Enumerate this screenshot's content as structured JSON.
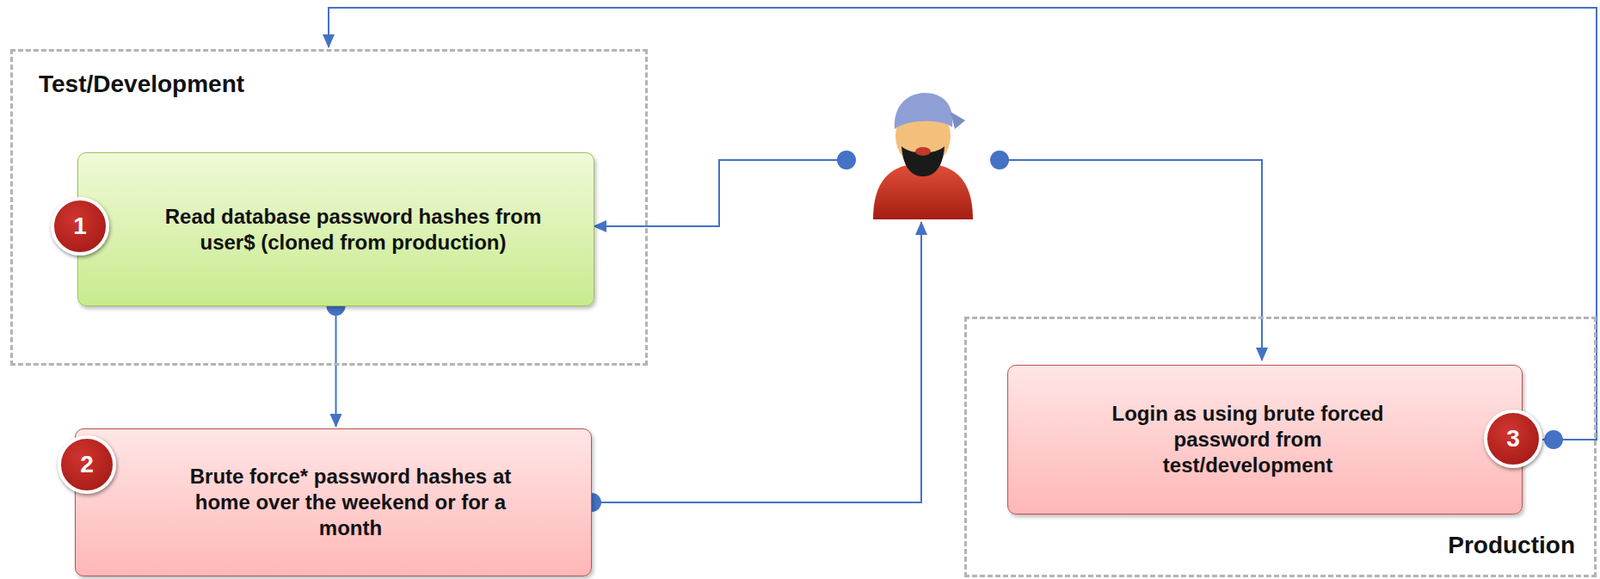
{
  "diagram": {
    "nodes": [
      {
        "text": [
          "Test/Development"
        ]
      },
      {
        "text": [
          "Read database password hashes from user$ (cloned from production)"
        ],
        "in": 0
      },
      {
        "text": [
          "Brute force* password hashes at home over the weekend or for a month"
        ]
      },
      {
        "text": [
          "Production"
        ]
      },
      {
        "text": [
          "Login as using brute forced password from test/development"
        ],
        "in": 3
      }
    ],
    "edges": [
      {
        "from": 1,
        "to": 2,
        "arrow": "to"
      },
      {
        "from": 4,
        "to": 0,
        "arrow": "to"
      }
    ],
    "labels": [
      "1",
      "2",
      "3"
    ]
  }
}
